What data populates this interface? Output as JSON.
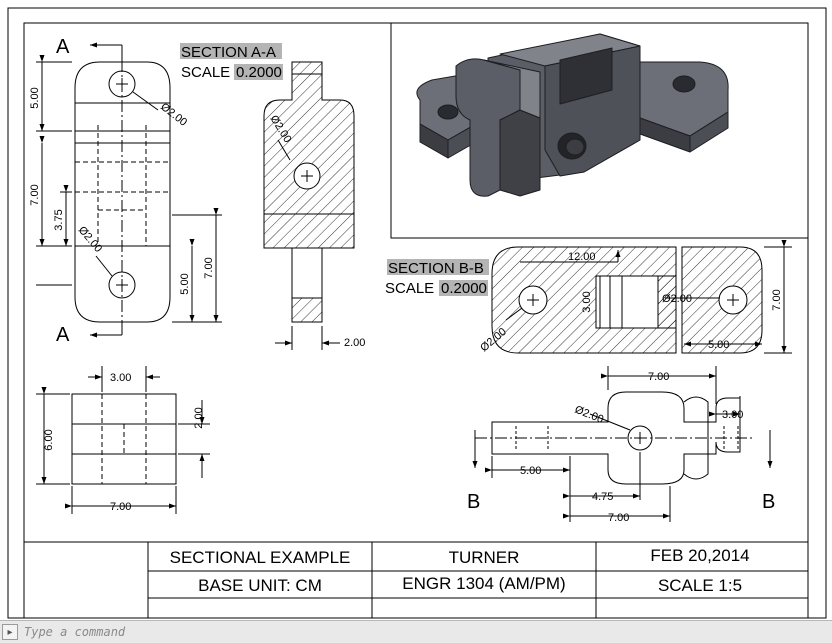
{
  "section_a": {
    "heading": "SECTION A-A",
    "scale_label": "SCALE",
    "scale_value": "0.2000"
  },
  "section_b": {
    "heading": "SECTION B-B",
    "scale_label": "SCALE",
    "scale_value": "0.2000"
  },
  "cut_labels": {
    "a_top": "A",
    "a_bottom": "A",
    "b_left": "B",
    "b_right": "B"
  },
  "dimensions": {
    "front": {
      "d1": "5.00",
      "d2": "7.00",
      "d3": "3.75",
      "d4": "5.00",
      "d5": "7.00",
      "hole_top": "Ø2.00",
      "hole_bottom": "Ø2.00"
    },
    "section_a": {
      "hole": "Ø2.00",
      "width": "2.00"
    },
    "top_small": {
      "width_top": "3.00",
      "height_left": "6.00",
      "height_right": "2.00",
      "width_bottom": "7.00"
    },
    "section_b": {
      "top": "12.00",
      "slot": "3.00",
      "hole_left": "Ø2.00",
      "hole_right": "Ø2.00",
      "bottom": "5.00",
      "height": "7.00"
    },
    "bottom_view": {
      "top": "7.00",
      "hole": "Ø2.00",
      "right": "3.00",
      "left": "5.00",
      "mid": "4.75",
      "bottom": "7.00"
    }
  },
  "title_block": {
    "title": "SECTIONAL EXAMPLE",
    "author": "TURNER",
    "date": "FEB 20,2014",
    "base_unit": "BASE UNIT: CM",
    "course": "ENGR 1304 (AM/PM)",
    "scale": "SCALE 1:5"
  },
  "command": {
    "placeholder": "Type a command"
  },
  "colors": {
    "highlight": "#b4b4b4",
    "part_fill": "#5b5e66",
    "part_dark": "#3b3d43",
    "part_light": "#80838a"
  }
}
